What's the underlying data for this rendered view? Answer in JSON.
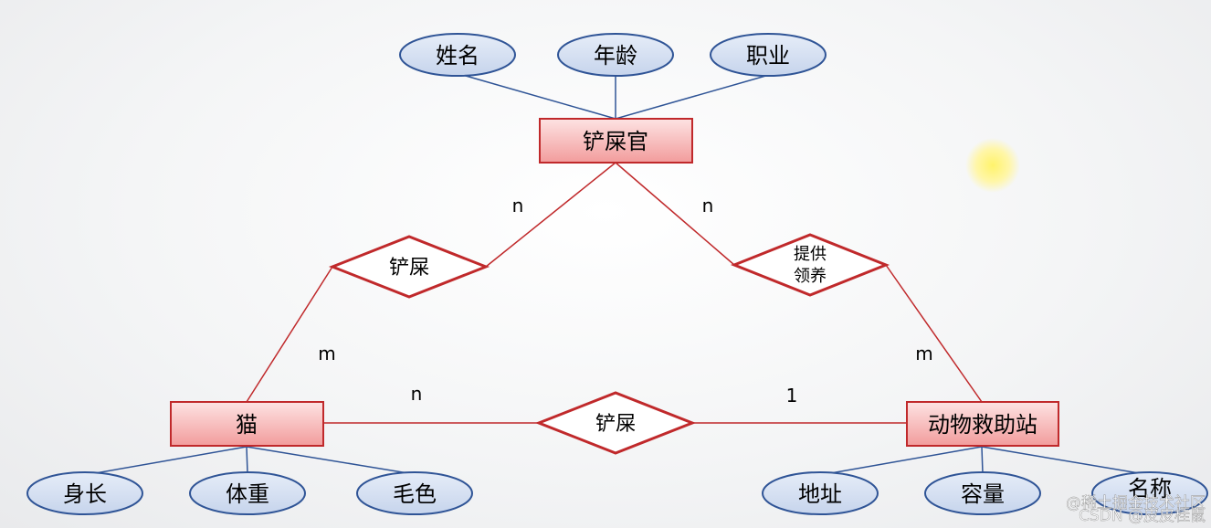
{
  "entities": {
    "owner": "铲屎官",
    "cat": "猫",
    "station": "动物救助站"
  },
  "attributes": {
    "owner": [
      "姓名",
      "年龄",
      "职业"
    ],
    "cat": [
      "身长",
      "体重",
      "毛色"
    ],
    "station": [
      "地址",
      "容量",
      "名称"
    ]
  },
  "relationships": {
    "owner_cat": "铲屎",
    "owner_station": [
      "提供",
      "领养"
    ],
    "cat_station": "铲屎"
  },
  "cardinalities": {
    "owner_cat_owner": "n",
    "owner_cat_cat": "m",
    "owner_station_owner": "n",
    "owner_station_station": "m",
    "cat_station_cat": "n",
    "cat_station_station": "1"
  },
  "watermark": "@稀土掘金技术社区",
  "watermark2": "CSDN @皮皮桂鼠",
  "colors": {
    "entity_fill": "#f6b8b8",
    "entity_border": "#c0292b",
    "relation_border": "#c0292b",
    "relation_line": "#c0292b",
    "attr_fill": "#d5e0f2",
    "attr_border": "#2f5496",
    "attr_line": "#2f5496",
    "highlight": "#fff27a"
  }
}
